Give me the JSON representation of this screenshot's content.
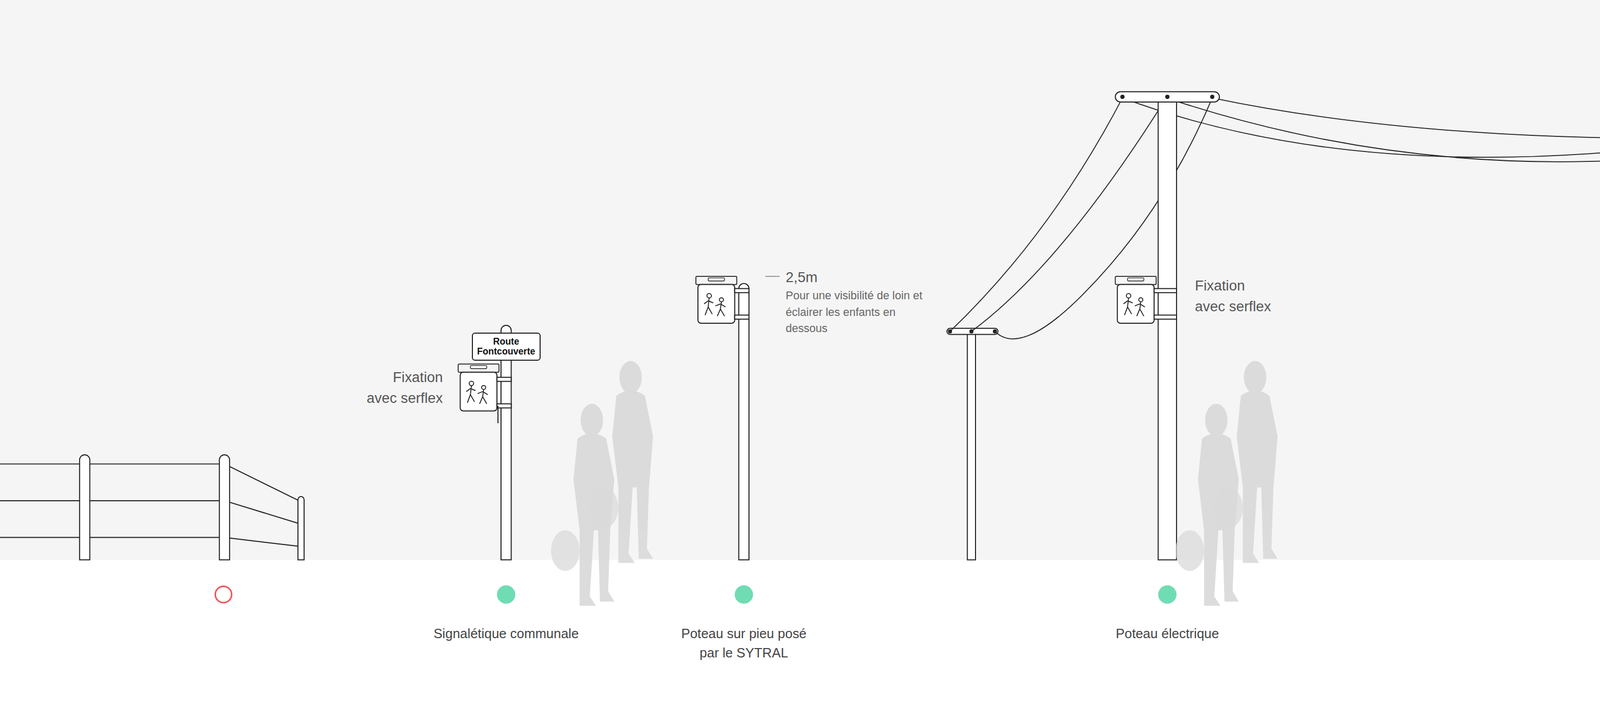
{
  "diagram": {
    "nodes": [
      {
        "text": [
          "Route Fontcouverte"
        ]
      }
    ],
    "labels": [
      "Fixation avec serflex",
      "2,5m",
      "Pour une visibilité de loin et éclairer les enfants en dessous",
      "Fixation avec serflex",
      "Signalétique communale",
      "Poteau sur pieu posé par le SYTRAL",
      "Poteau électrique"
    ]
  }
}
